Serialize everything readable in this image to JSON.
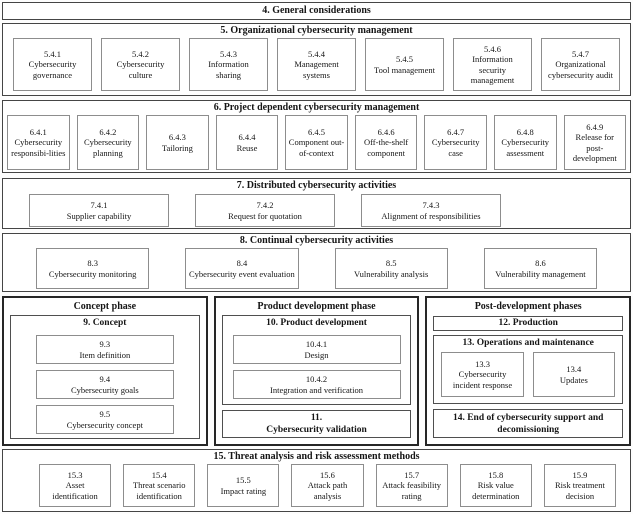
{
  "general": {
    "title": "4. General considerations"
  },
  "org": {
    "title": "5. Organizational cybersecurity management",
    "items": [
      {
        "num": "5.4.1",
        "label": "Cybersecurity governance"
      },
      {
        "num": "5.4.2",
        "label": "Cybersecurity culture"
      },
      {
        "num": "5.4.3",
        "label": "Information sharing"
      },
      {
        "num": "5.4.4",
        "label": "Management systems"
      },
      {
        "num": "5.4.5",
        "label": "Tool management"
      },
      {
        "num": "5.4.6",
        "label": "Information security management"
      },
      {
        "num": "5.4.7",
        "label": "Organizational cybersecurity audit"
      }
    ]
  },
  "project": {
    "title": "6. Project dependent cybersecurity management",
    "items": [
      {
        "num": "6.4.1",
        "label": "Cybersecurity responsibi-lities"
      },
      {
        "num": "6.4.2",
        "label": "Cybersecurity planning"
      },
      {
        "num": "6.4.3",
        "label": "Tailoring"
      },
      {
        "num": "6.4.4",
        "label": "Reuse"
      },
      {
        "num": "6.4.5",
        "label": "Component out-of-context"
      },
      {
        "num": "6.4.6",
        "label": "Off-the-shelf component"
      },
      {
        "num": "6.4.7",
        "label": "Cybersecurity case"
      },
      {
        "num": "6.4.8",
        "label": "Cybersecurity assessment"
      },
      {
        "num": "6.4.9",
        "label": "Release for post-development"
      }
    ]
  },
  "distributed": {
    "title": "7. Distributed cybersecurity activities",
    "items": [
      {
        "num": "7.4.1",
        "label": "Supplier capability"
      },
      {
        "num": "7.4.2",
        "label": "Request for quotation"
      },
      {
        "num": "7.4.3",
        "label": "Alignment of responsibilities"
      }
    ]
  },
  "continual": {
    "title": "8. Continual cybersecurity activities",
    "items": [
      {
        "num": "8.3",
        "label": "Cybersecurity monitoring"
      },
      {
        "num": "8.4",
        "label": "Cybersecurity event evaluation"
      },
      {
        "num": "8.5",
        "label": "Vulnerability analysis"
      },
      {
        "num": "8.6",
        "label": "Vulnerability management"
      }
    ]
  },
  "concept_phase": {
    "title": "Concept phase",
    "box_title": "9. Concept",
    "items": [
      {
        "num": "9.3",
        "label": "Item definition"
      },
      {
        "num": "9.4",
        "label": "Cybersecurity goals"
      },
      {
        "num": "9.5",
        "label": "Cybersecurity concept"
      }
    ]
  },
  "product_phase": {
    "title": "Product development phase",
    "box_title": "10. Product development",
    "items": [
      {
        "num": "10.4.1",
        "label": "Design"
      },
      {
        "num": "10.4.2",
        "label": "Integration and verification"
      }
    ],
    "validation": {
      "num": "11.",
      "label": "Cybersecurity validation"
    }
  },
  "post_phase": {
    "title": "Post-development phases",
    "production": "12. Production",
    "operations": {
      "title": "13. Operations and maintenance",
      "items": [
        {
          "num": "13.3",
          "label": "Cybersecurity incident response"
        },
        {
          "num": "13.4",
          "label": "Updates"
        }
      ]
    },
    "end": "14. End of cybersecurity support and decomissioning"
  },
  "tara": {
    "title": "15. Threat analysis and risk assessment methods",
    "items": [
      {
        "num": "15.3",
        "label": "Asset identification"
      },
      {
        "num": "15.4",
        "label": "Threat scenario identification"
      },
      {
        "num": "15.5",
        "label": "Impact rating"
      },
      {
        "num": "15.6",
        "label": "Attack path analysis"
      },
      {
        "num": "15.7",
        "label": "Attack feasibility rating"
      },
      {
        "num": "15.8",
        "label": "Risk value determination"
      },
      {
        "num": "15.9",
        "label": "Risk treatment decision"
      }
    ]
  }
}
